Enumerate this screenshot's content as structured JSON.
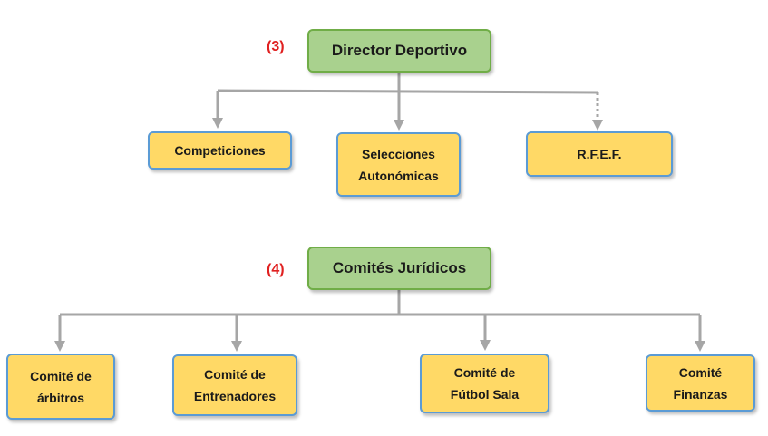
{
  "section_3": {
    "marker": "(3)",
    "root": "Director Deportivo",
    "children": [
      "Competiciones",
      "Selecciones\nAutonómicas",
      "R.F.E.F."
    ]
  },
  "section_4": {
    "marker": "(4)",
    "root": "Comités Jurídicos",
    "children": [
      "Comité de\nárbitros",
      "Comité de\nEntrenadores",
      "Comité de\nFútbol Sala",
      "Comité\nFinanzas"
    ]
  },
  "colors": {
    "root_fill": "#a9d18e",
    "root_border": "#70ad47",
    "child_fill": "#ffd966",
    "child_border": "#5b9bd5",
    "connector": "#a6a6a6",
    "marker": "#e02020"
  }
}
